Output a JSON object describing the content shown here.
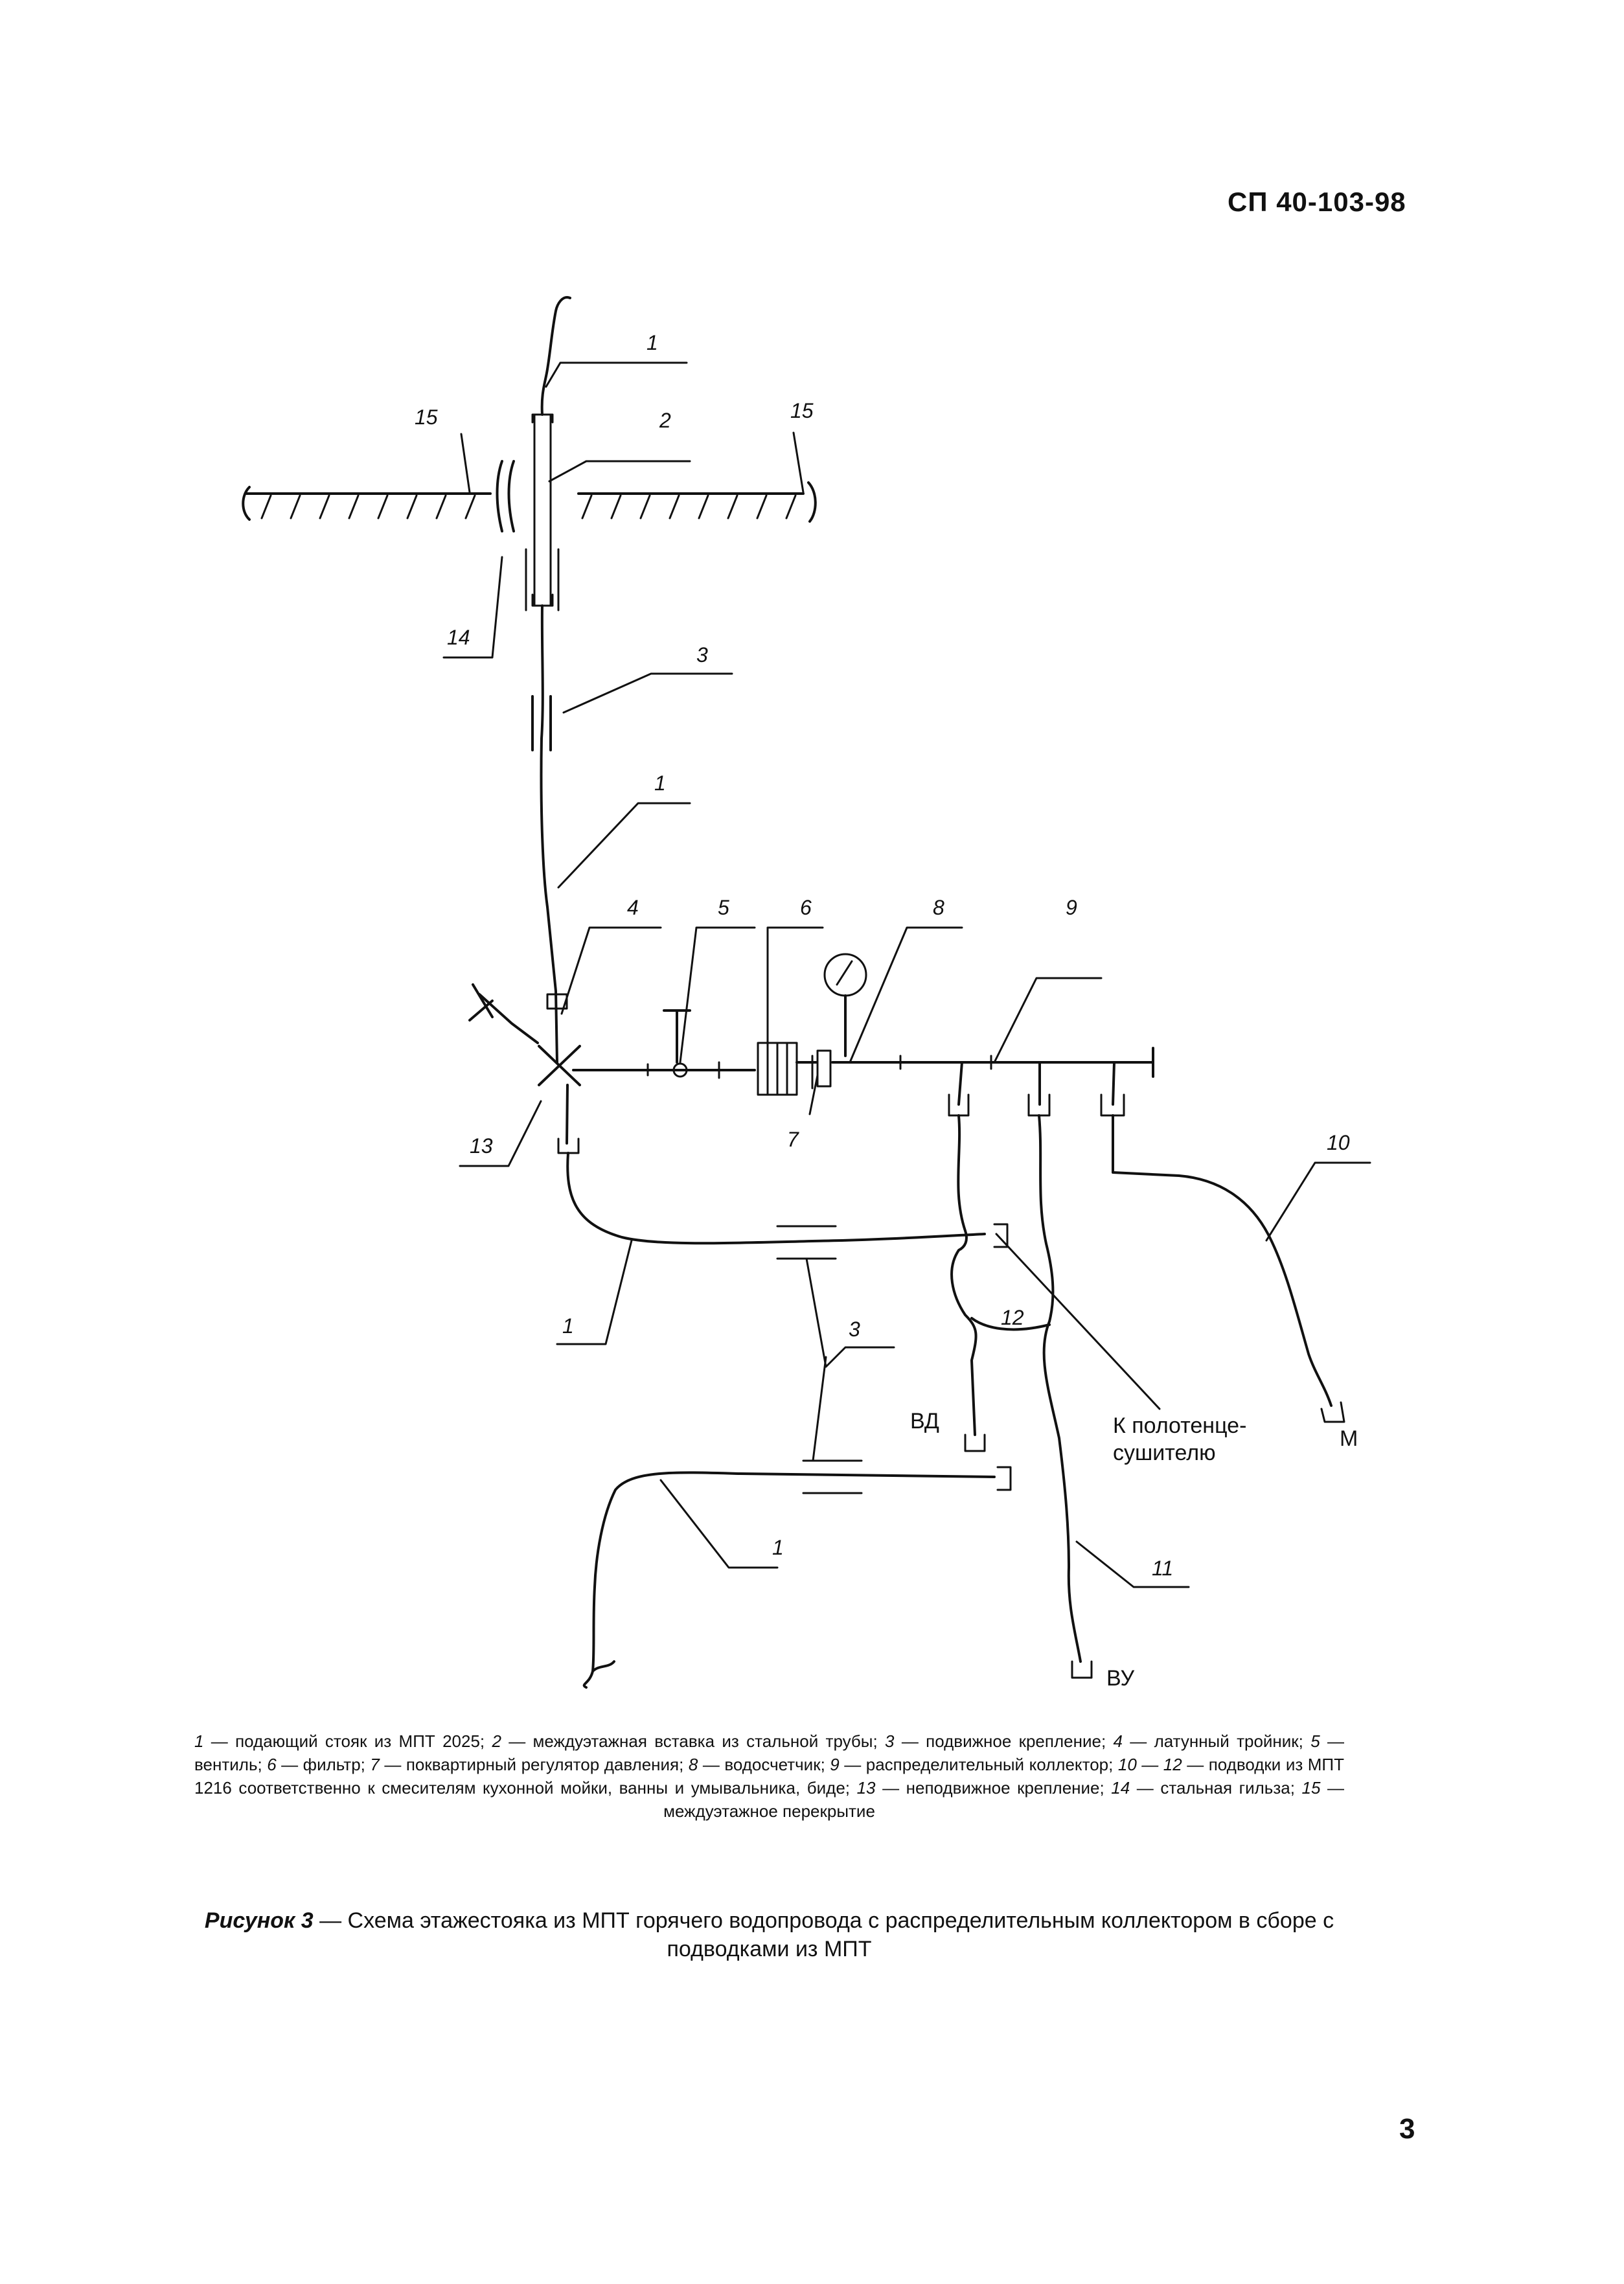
{
  "header": {
    "doc_code": "СП 40-103-98"
  },
  "page_number": "3",
  "diagram": {
    "callouts": [
      "1",
      "1",
      "1",
      "1",
      "2",
      "3",
      "3",
      "4",
      "5",
      "6",
      "7",
      "8",
      "9",
      "10",
      "11",
      "12",
      "13",
      "14",
      "15",
      "15"
    ],
    "labels": {
      "vd": "ВД",
      "vu": "ВУ",
      "m": "М",
      "towel_line1": "К полотенце-",
      "towel_line2": "сушителю"
    }
  },
  "legend": [
    {
      "n": "1",
      "t": " — подающий стояк из МПТ 2025; "
    },
    {
      "n": "2",
      "t": " — междуэтажная вставка из стальной трубы; "
    },
    {
      "n": "3",
      "t": " — подвижное крепление; "
    },
    {
      "n": "4",
      "t": " — латунный тройник; "
    },
    {
      "n": "5",
      "t": " — вентиль; "
    },
    {
      "n": "6",
      "t": " — фильтр; "
    },
    {
      "n": "7",
      "t": " — поквартирный регулятор давления; "
    },
    {
      "n": "8",
      "t": " — водосчетчик; "
    },
    {
      "n": "9",
      "t": " — распределительный коллектор; "
    },
    {
      "n": "10 — 12",
      "t": " — подводки из МПТ 1216 соответственно к смесителям кухонной мойки, ванны и умывальника, биде; "
    },
    {
      "n": "13",
      "t": " — неподвижное крепление; "
    },
    {
      "n": "14",
      "t": " — стальная гильза; "
    },
    {
      "n": "15",
      "t": " — междуэтажное перекрытие"
    }
  ],
  "caption": {
    "label": "Рисунок 3",
    "text": " — Схема этажестояка из МПТ горячего водопровода с распределительным коллектором в сборе с подводками из МПТ"
  }
}
